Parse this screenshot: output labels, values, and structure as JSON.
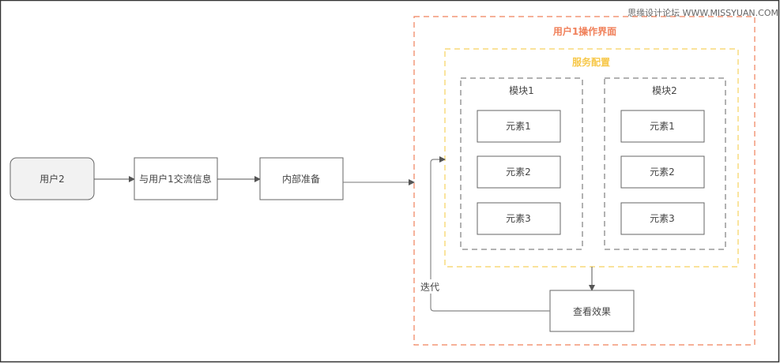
{
  "watermark": "思缘设计论坛  WWW.MISSYUAN.COM",
  "flow": {
    "user2": "用户2",
    "exchange": "与用户1交流信息",
    "prepare": "内部准备"
  },
  "ui_container": {
    "title": "用户1操作界面",
    "service": {
      "title": "服务配置",
      "modules": [
        {
          "title": "模块1",
          "elements": [
            "元素1",
            "元素2",
            "元素3"
          ]
        },
        {
          "title": "模块2",
          "elements": [
            "元素1",
            "元素2",
            "元素3"
          ]
        }
      ]
    },
    "review": "查看效果",
    "iterate": "迭代"
  },
  "colors": {
    "orange": "#f0805a",
    "yellow": "#f7d15e",
    "gray": "#666666"
  }
}
